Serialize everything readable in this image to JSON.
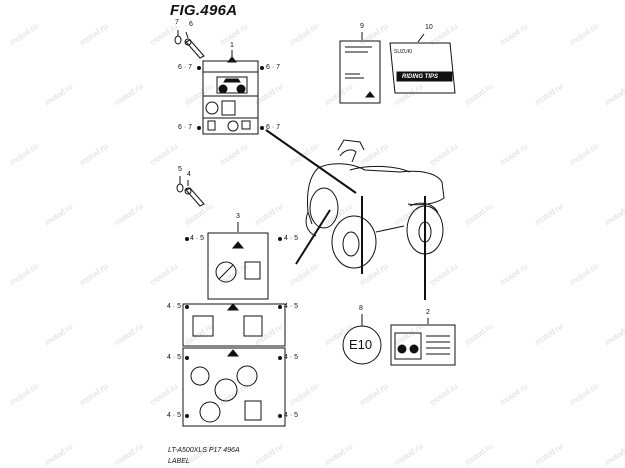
{
  "figure": {
    "title": "FIG.496A",
    "caption_model": "LT-A500XLS  P17  496A",
    "caption_group": "LABEL"
  },
  "watermark": "motod.ru",
  "part_numbers": {
    "p1": "1",
    "p2": "2",
    "p3": "3",
    "p4": "4",
    "p5": "5",
    "p6": "6",
    "p7": "7",
    "p8": "8",
    "p9": "9",
    "p10": "10"
  },
  "ref_labels": {
    "six_seven": "6 · 7",
    "four_five": "4 · 5"
  },
  "callout": {
    "region_code": "E10"
  },
  "booklets": {
    "p10_brand": "SUZUKI",
    "p10_title": "RIDING TIPS"
  }
}
